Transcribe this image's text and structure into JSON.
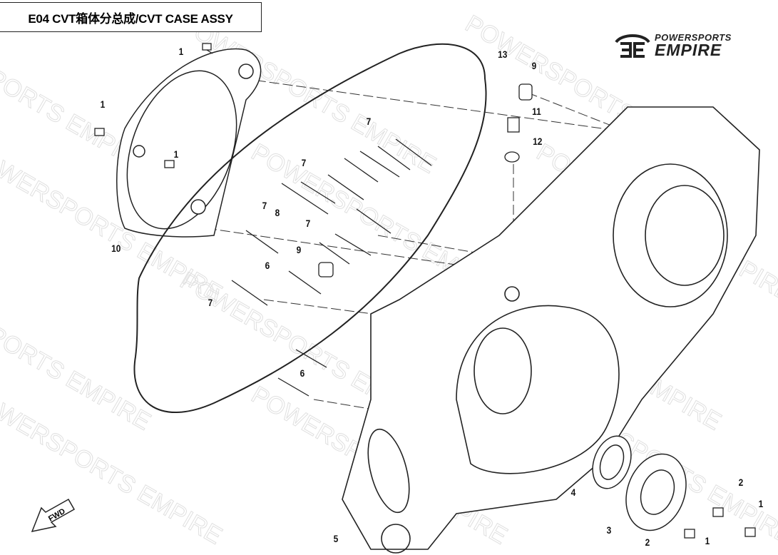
{
  "title": "E04 CVT箱体分总成/CVT CASE ASSY",
  "logo": {
    "line1": "POWERSPORTS",
    "line2": "EMPIRE"
  },
  "watermark": "POWERSPORTS EMPIRE",
  "fwd_label": "FWD",
  "callouts": [
    "1",
    "1",
    "1",
    "13",
    "9",
    "11",
    "12",
    "7",
    "7",
    "7",
    "8",
    "7",
    "9",
    "6",
    "7",
    "6",
    "10",
    "4",
    "5",
    "3",
    "2",
    "1",
    "2",
    "1"
  ]
}
